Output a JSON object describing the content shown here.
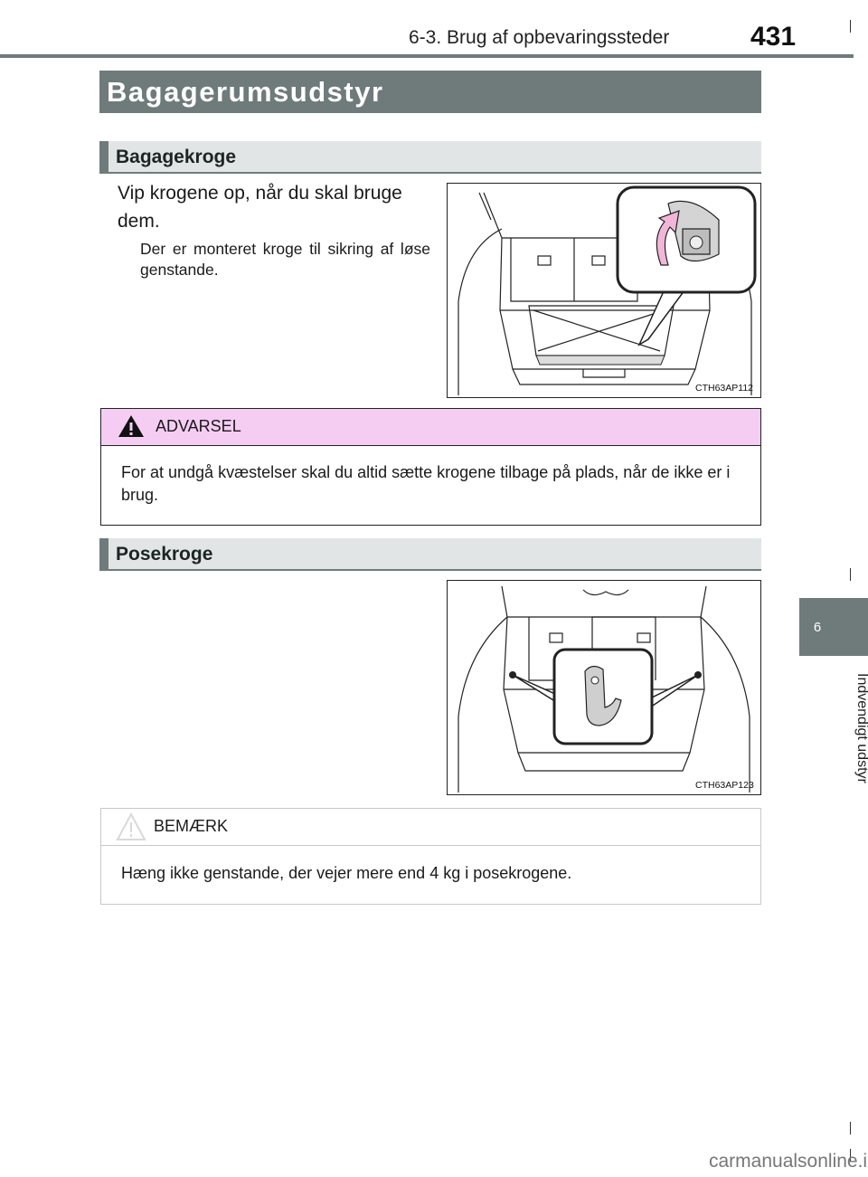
{
  "header": {
    "section_title": "6-3. Brug af opbevaringssteder",
    "page_number": "431"
  },
  "side_tab": {
    "chapter_number": "6",
    "chapter_title": "Indvendigt udstyr"
  },
  "main_title": "Bagagerumsudstyr",
  "bag_hooks": {
    "heading": "Bagagekroge",
    "instruction": "Vip krogene op, når du skal bruge dem.",
    "note": "Der er monteret kroge til sikring af løse genstande.",
    "figure_code": "CTH63AP112"
  },
  "warning": {
    "label": "ADVARSEL",
    "text": "For at undgå kvæstelser skal du altid sætte krogene tilbage på plads, når de ikke er i brug."
  },
  "shopping_hooks": {
    "heading": "Posekroge",
    "figure_code": "CTH63AP123"
  },
  "notice": {
    "label": "BEMÆRK",
    "text": "Hæng ikke genstande, der vejer mere end 4 kg i posekrogene."
  },
  "watermark": "carmanualsonline.info",
  "colors": {
    "accent": "#6f7b7b",
    "warning_bg": "#f5cdf3",
    "subhead_bg": "#e1e5e5"
  }
}
